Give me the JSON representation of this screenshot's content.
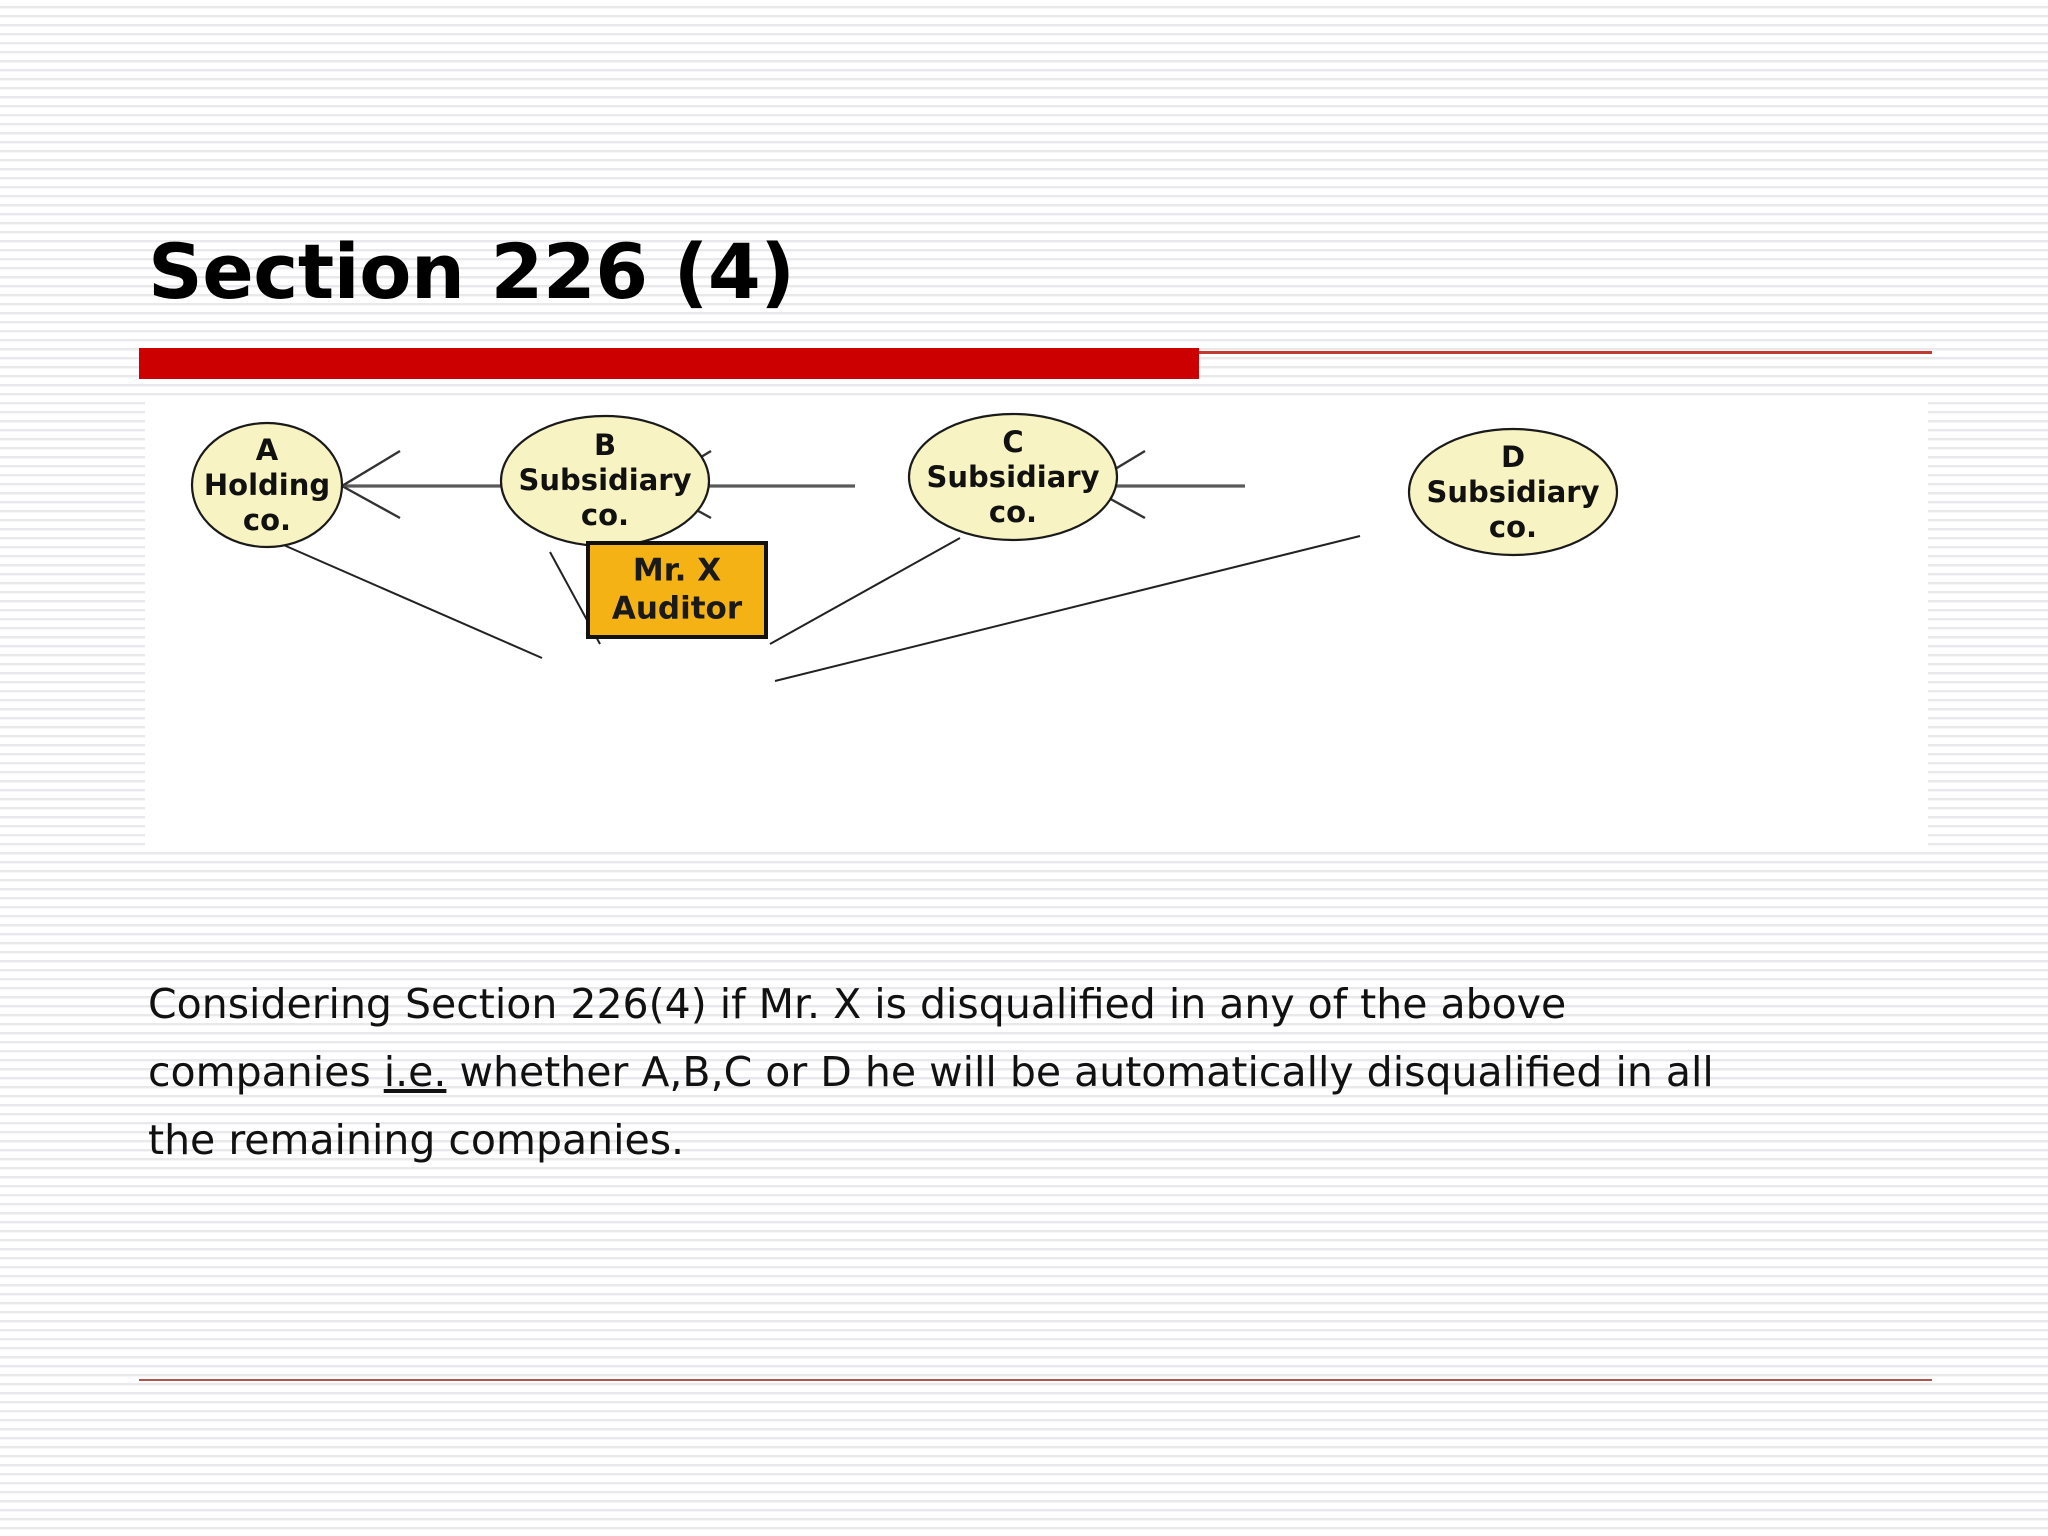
{
  "slide": {
    "title": "Section 226 (4)",
    "accent_color": "#CC0000",
    "rule_thin_color": "#C23B32",
    "bottom_rule_color": "#B1564B"
  },
  "diagram": {
    "type": "relationship-diagram",
    "node_fill": "#F7F3C2",
    "node_stroke": "#1a1a1a",
    "auditor_fill": "#F5B214",
    "nodes": [
      {
        "id": "A",
        "letter": "A",
        "line2": "Holding",
        "line3": "co.",
        "shape": "ellipse"
      },
      {
        "id": "B",
        "letter": "B",
        "line2": "Subsidiary",
        "line3": "co.",
        "shape": "ellipse"
      },
      {
        "id": "C",
        "letter": "C",
        "line2": "Subsidiary",
        "line3": "co.",
        "shape": "ellipse"
      },
      {
        "id": "D",
        "letter": "D",
        "line2": "Subsidiary",
        "line3": "co.",
        "shape": "ellipse"
      }
    ],
    "auditor": {
      "line1": "Mr. X",
      "line2": "Auditor",
      "shape": "rectangle"
    },
    "arrows": [
      {
        "from": "B",
        "to": "A",
        "style": "open-arrow"
      },
      {
        "from": "C",
        "to": "B",
        "style": "open-arrow"
      },
      {
        "from": "D",
        "to": "C",
        "style": "open-arrow"
      }
    ],
    "connections": [
      {
        "from": "A",
        "to": "auditor",
        "style": "plain-line"
      },
      {
        "from": "B",
        "to": "auditor",
        "style": "plain-line"
      },
      {
        "from": "C",
        "to": "auditor",
        "style": "plain-line"
      },
      {
        "from": "D",
        "to": "auditor",
        "style": "plain-line"
      }
    ]
  },
  "body": {
    "line1_a": "Considering Section 226(4) if Mr. X  is  disqualified  in any of the",
    "line2_a": "above companies ",
    "line2_underlined": "i.e.",
    "line2_b": " whether A,B,C or D he will be automatically",
    "line3_a": "disqualified in all the remaining companies."
  }
}
